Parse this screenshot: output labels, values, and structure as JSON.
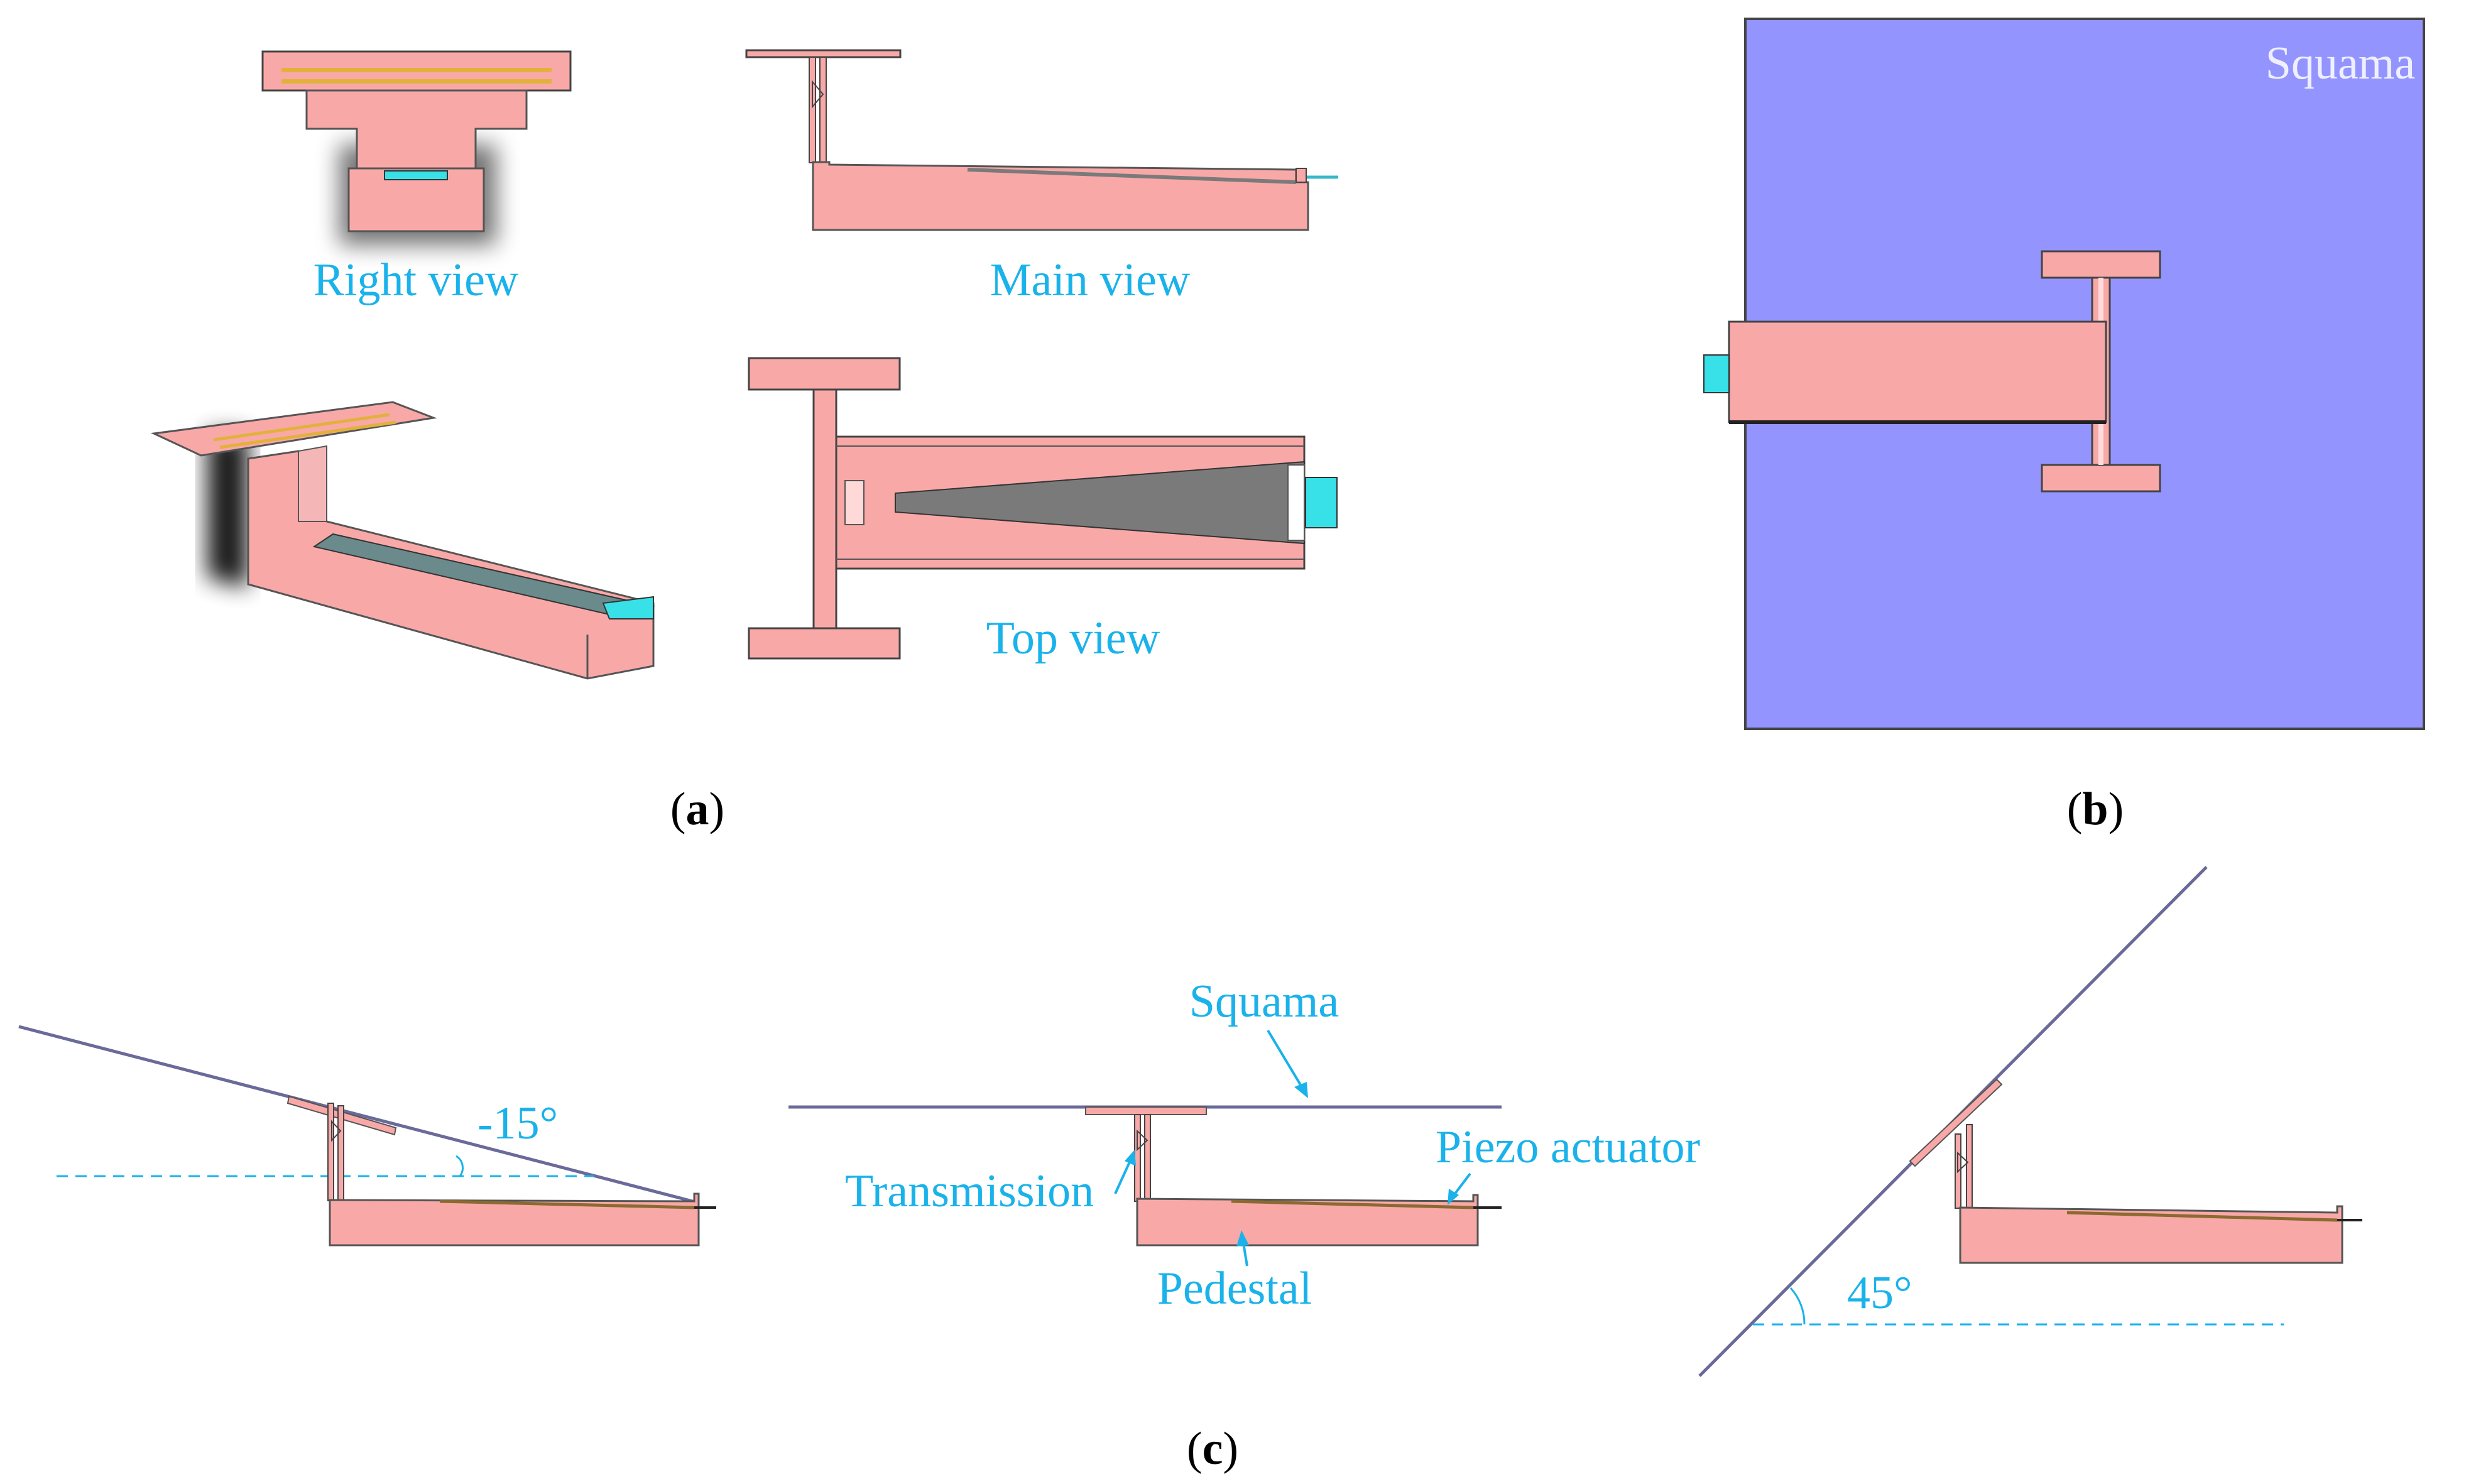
{
  "panel_a": {
    "label_open": "(",
    "label_letter": "a",
    "label_close": ")",
    "views": {
      "right": "Right view",
      "main": "Main view",
      "top": "Top view"
    }
  },
  "panel_b": {
    "label_open": "(",
    "label_letter": "b",
    "label_close": ")",
    "squama": "Squama"
  },
  "panel_c": {
    "label_open": "(",
    "label_letter": "c",
    "label_close": ")",
    "angle_left": "-15°",
    "angle_right": "45°",
    "squama": "Squama",
    "transmission": "Transmission",
    "piezo_actuator": "Piezo actuator",
    "pedestal": "Pedestal"
  },
  "colors": {
    "body_pink": "#f9a8a8",
    "squama_blue": "#9494ff",
    "label_cyan": "#1ab2ea",
    "piezo_gray": "#7a7a7a",
    "actuator_cyan": "#38e0e8",
    "layer_gold": "#e2b13c",
    "line_purple": "#6a6a9a"
  }
}
